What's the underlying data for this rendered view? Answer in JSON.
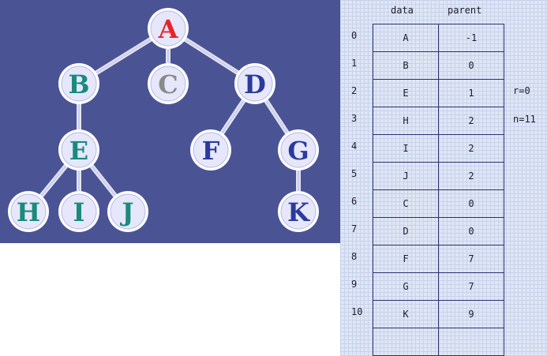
{
  "tree": {
    "nodes": [
      {
        "id": "A",
        "label": "A",
        "color": "#e8242a"
      },
      {
        "id": "B",
        "label": "B",
        "color": "#1a8a7e"
      },
      {
        "id": "C",
        "label": "C",
        "color": "#8a8a8a"
      },
      {
        "id": "D",
        "label": "D",
        "color": "#2b3a9c"
      },
      {
        "id": "E",
        "label": "E",
        "color": "#1a8a7e"
      },
      {
        "id": "F",
        "label": "F",
        "color": "#2b3a9c"
      },
      {
        "id": "G",
        "label": "G",
        "color": "#2b3a9c"
      },
      {
        "id": "H",
        "label": "H",
        "color": "#1a8a7e"
      },
      {
        "id": "I",
        "label": "I",
        "color": "#1a8a7e"
      },
      {
        "id": "J",
        "label": "J",
        "color": "#1a8a7e"
      },
      {
        "id": "K",
        "label": "K",
        "color": "#2b3a9c"
      }
    ],
    "edges": [
      [
        "A",
        "B"
      ],
      [
        "A",
        "C"
      ],
      [
        "A",
        "D"
      ],
      [
        "B",
        "E"
      ],
      [
        "D",
        "F"
      ],
      [
        "D",
        "G"
      ],
      [
        "E",
        "H"
      ],
      [
        "E",
        "I"
      ],
      [
        "E",
        "J"
      ],
      [
        "G",
        "K"
      ]
    ]
  },
  "table": {
    "header_data": "data",
    "header_parent": "parent",
    "rows": [
      {
        "index": "0",
        "data": "A",
        "parent": "-1"
      },
      {
        "index": "1",
        "data": "B",
        "parent": "0"
      },
      {
        "index": "2",
        "data": "E",
        "parent": "1"
      },
      {
        "index": "3",
        "data": "H",
        "parent": "2"
      },
      {
        "index": "4",
        "data": "I",
        "parent": "2"
      },
      {
        "index": "5",
        "data": "J",
        "parent": "2"
      },
      {
        "index": "6",
        "data": "C",
        "parent": "0"
      },
      {
        "index": "7",
        "data": "D",
        "parent": "0"
      },
      {
        "index": "8",
        "data": "F",
        "parent": "7"
      },
      {
        "index": "9",
        "data": "G",
        "parent": "7"
      },
      {
        "index": "10",
        "data": "K",
        "parent": "9"
      },
      {
        "index": "",
        "data": "",
        "parent": ""
      }
    ],
    "note_r": "r=0",
    "note_n": "n=11"
  }
}
